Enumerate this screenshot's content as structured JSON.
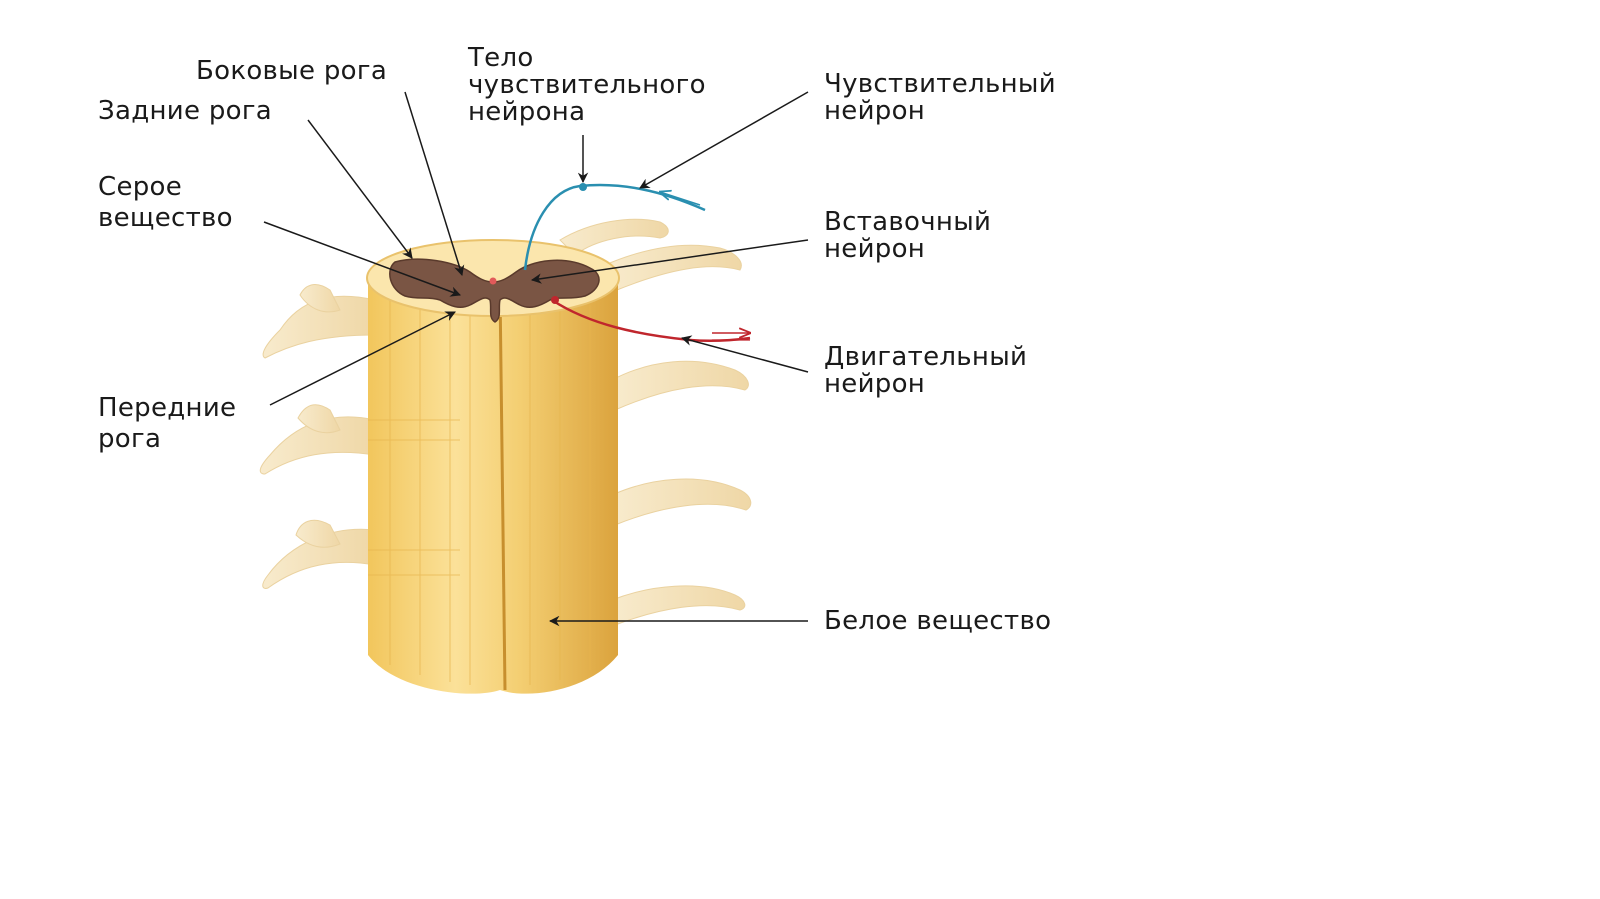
{
  "labels": {
    "lateral_horns": "Боковые рога",
    "posterior_horns": "Задние рога",
    "sensory_body": [
      "Тело",
      "чувствительного",
      "нейрона"
    ],
    "sensory_neuron": [
      "Чувствительный",
      "нейрон"
    ],
    "gray_matter": [
      "Серое",
      "вещество"
    ],
    "interneuron": [
      "Вставочный",
      "нейрон"
    ],
    "motor_neuron": [
      "Двигательный",
      "нейрон"
    ],
    "anterior_horns": [
      "Передние",
      "рога"
    ],
    "white_matter": "Белое вещество"
  },
  "colors": {
    "white_matter_light": "#f7d98a",
    "white_matter_mid": "#f0c75e",
    "white_matter_dark": "#d9a43a",
    "gray_matter": "#7a5544",
    "gray_matter_dark": "#5a3a2c",
    "nerve_root": "#f5e3bd",
    "sensory_path": "#2a8fb0",
    "motor_path": "#c0262d",
    "leader_line": "#1a1a1a"
  }
}
